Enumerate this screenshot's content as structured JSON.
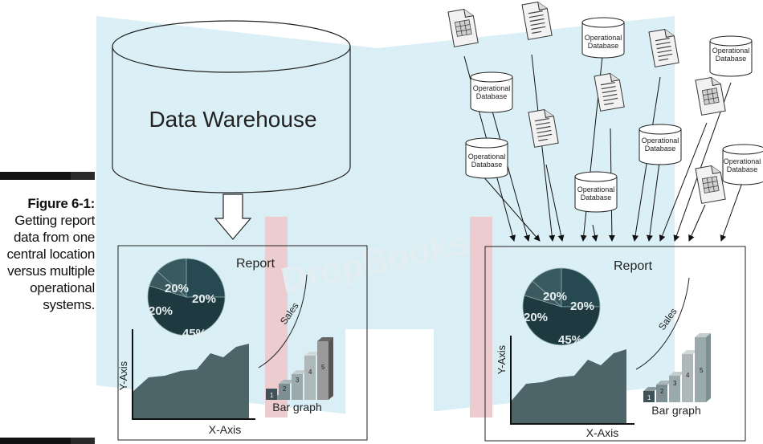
{
  "figure": {
    "title": "Figure 6-1:",
    "caption": "Getting report data from one central location versus multiple operational systems."
  },
  "warehouse": {
    "label": "Data Warehouse"
  },
  "watermark": "DropBooks",
  "left_report": {
    "title": "Report",
    "pie_labels": [
      "20%",
      "20%",
      "20%",
      "45%"
    ],
    "y_axis": "Y-Axis",
    "x_axis": "X-Axis",
    "sales_label": "Sales",
    "bar_graph_label": "Bar graph",
    "bar_numbers": [
      "1",
      "2",
      "3",
      "4",
      "5"
    ]
  },
  "right_report": {
    "title": "Report",
    "pie_labels": [
      "20%",
      "20%",
      "20%",
      "45%"
    ],
    "y_axis": "Y-Axis",
    "x_axis": "X-Axis",
    "sales_label": "Sales",
    "bar_graph_label": "Bar graph",
    "bar_numbers": [
      "1",
      "2",
      "3",
      "4",
      "5"
    ]
  },
  "sources": {
    "db_line1": "Operational",
    "db_line2": "Database"
  },
  "colors": {
    "pie_dark": "#1e3a40",
    "pie_mid": "#3f5e66",
    "area_fill": "#4d6468",
    "watermark_blue": "#cfe9f1",
    "watermark_red": "#e8b5b9"
  }
}
